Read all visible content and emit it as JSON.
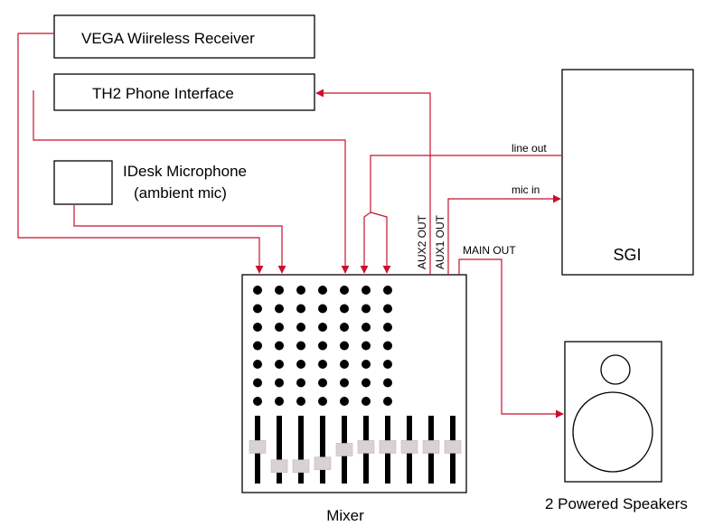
{
  "colors": {
    "wire": "#c8102e",
    "stroke": "#000000",
    "fader_cap": "#d9d2d2"
  },
  "nodes": {
    "vega": {
      "label": "VEGA Wiireless Receiver"
    },
    "th2": {
      "label": "TH2 Phone Interface"
    },
    "idesk": {
      "label_line1": "IDesk Microphone",
      "label_line2": "(ambient mic)"
    },
    "sgi": {
      "label": "SGI"
    },
    "mixer": {
      "label": "Mixer"
    },
    "speakers": {
      "label": "2 Powered Speakers"
    }
  },
  "edge_labels": {
    "line_out": "line out",
    "mic_in": "mic in",
    "aux2_out": "AUX2 OUT",
    "aux1_out": "AUX1 OUT",
    "main_out": "MAIN OUT"
  },
  "mixer": {
    "channels": 10,
    "knob_channels": 7,
    "knob_rows": 7,
    "fader_levels": [
      0.55,
      0.2,
      0.2,
      0.25,
      0.5,
      0.55,
      0.55,
      0.55,
      0.55,
      0.55
    ]
  }
}
